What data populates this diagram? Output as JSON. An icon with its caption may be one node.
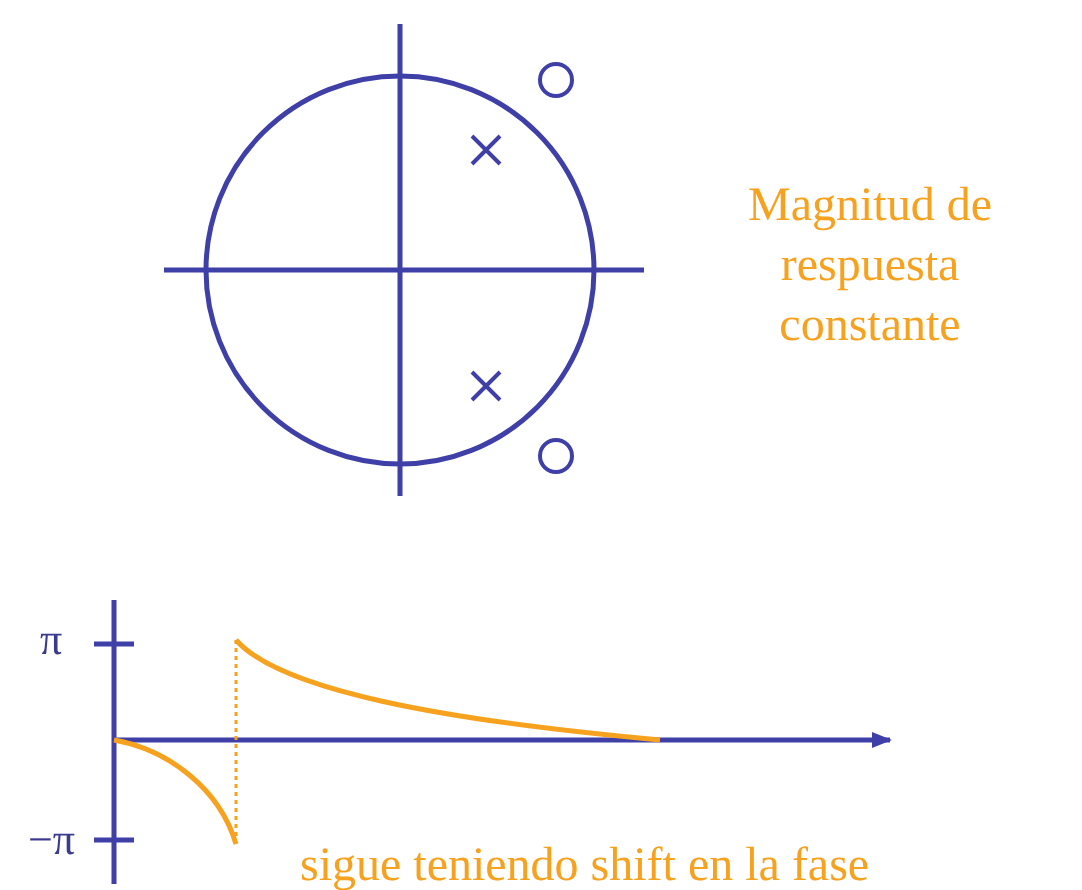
{
  "diagram": {
    "labels": [
      "Magnitud de respuesta constante",
      "π",
      "−π",
      "sigue teniendo shift en la fase"
    ]
  }
}
